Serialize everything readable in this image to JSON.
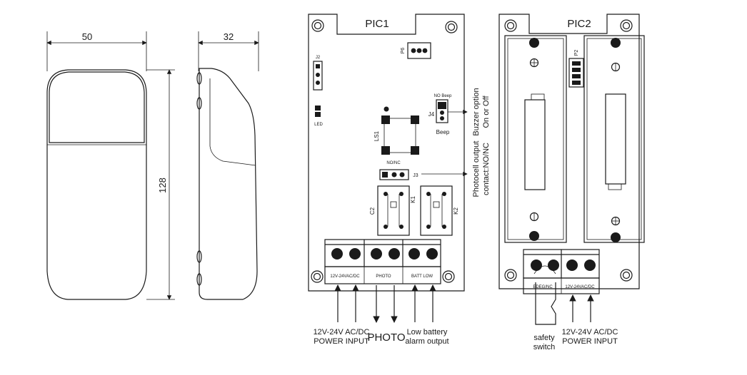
{
  "dimensions": {
    "front_width": "50",
    "side_width": "32",
    "height": "128"
  },
  "pic1": {
    "title": "PIC1",
    "j2": "J2",
    "led": "LED",
    "p6": "P6",
    "ls1": "LS1",
    "no_beep": "NO Beep",
    "j4": "J4",
    "beep": "Beep",
    "nonc": "NO/NC",
    "j3": "J3",
    "c2": "C2",
    "k1": "K1",
    "k2": "K2",
    "terminal_labels": [
      "12V-24VAC/DC",
      "PHOTO",
      "BATT LOW"
    ],
    "buzzer_line1": "Buzzer option",
    "buzzer_line2": "On or Off",
    "photo_line1": "Photocell output",
    "photo_line2": "contact:NO/NC",
    "power_line1": "12V-24V AC/DC",
    "power_line2": "POWER INPUT",
    "photo_label": "PHOTO",
    "batt_line1": "Low battery",
    "batt_line2": "alarm output"
  },
  "pic2": {
    "title": "PIC2",
    "p2": "P2",
    "terminal_labels": [
      "EDEG/NC",
      "12V-24VAC/DC"
    ],
    "safety_line1": "safety",
    "safety_line2": "switch",
    "power_line1": "12V-24V AC/DC",
    "power_line2": "POWER INPUT"
  }
}
